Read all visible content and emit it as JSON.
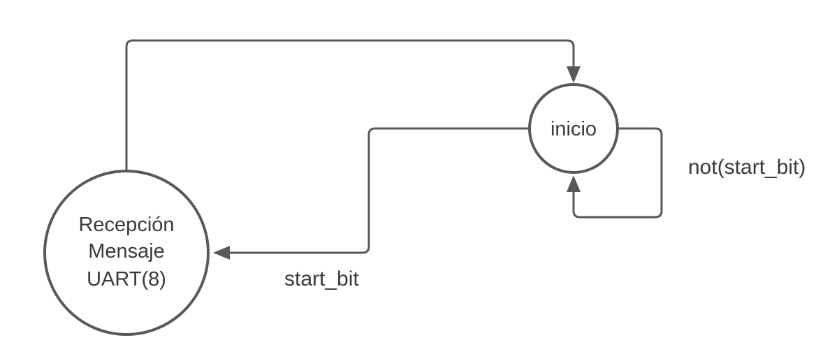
{
  "states": {
    "inicio": {
      "label": "inicio"
    },
    "recepcion": {
      "lines": [
        "Recepción",
        "Mensaje",
        "UART(8)"
      ]
    }
  },
  "transitions": {
    "self_loop": {
      "label": "not(start_bit)"
    },
    "to_recepcion": {
      "label": "start_bit"
    }
  },
  "colors": {
    "stroke": "#595959",
    "text": "#3a3a3a"
  }
}
